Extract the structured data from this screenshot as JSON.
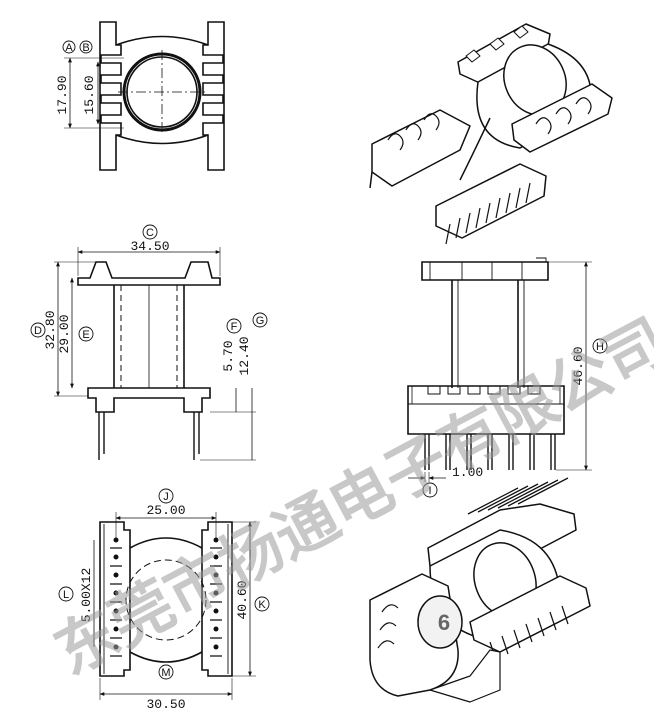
{
  "dimensions": {
    "d1": "17.90",
    "d2": "15.60",
    "d3": "34.50",
    "d4": "32.80",
    "d5": "29.00",
    "d6": "5.70",
    "d7": "12.40",
    "d8": "46.60",
    "d9": "1.00",
    "d10": "25.00",
    "d11": "5.00X12",
    "d12": "40.60",
    "d13": "30.50"
  },
  "labels": {
    "A": "A",
    "B": "B",
    "C": "C",
    "D": "D",
    "E": "E",
    "F": "F",
    "G": "G",
    "H": "H",
    "I": "I",
    "J": "J",
    "K": "K",
    "L": "L",
    "M": "M"
  },
  "watermark": "东莞市扬通电子有限公司",
  "page_number": "6"
}
